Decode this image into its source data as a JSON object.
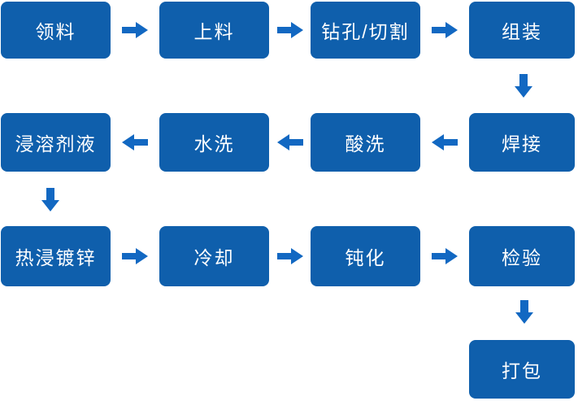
{
  "flowchart": {
    "language": "zh-CN",
    "colors": {
      "box": "#0F5FAC",
      "arrow": "#1268C2",
      "text": "#FFFFFF",
      "background": "#FFFFFF"
    },
    "rows": [
      {
        "flow_direction": "left-to-right",
        "steps": [
          "领料",
          "上料",
          "钻孔/切割",
          "组装"
        ]
      },
      {
        "flow_direction": "right-to-left",
        "steps": [
          "浸溶剂液",
          "水洗",
          "酸洗",
          "焊接"
        ]
      },
      {
        "flow_direction": "left-to-right",
        "steps": [
          "热浸镀锌",
          "冷却",
          "钝化",
          "检验"
        ]
      },
      {
        "flow_direction": "none",
        "steps": [
          "打包"
        ]
      }
    ],
    "sequence": [
      "领料",
      "上料",
      "钻孔/切割",
      "组装",
      "焊接",
      "酸洗",
      "水洗",
      "浸溶剂液",
      "热浸镀锌",
      "冷却",
      "钝化",
      "检验",
      "打包"
    ]
  }
}
